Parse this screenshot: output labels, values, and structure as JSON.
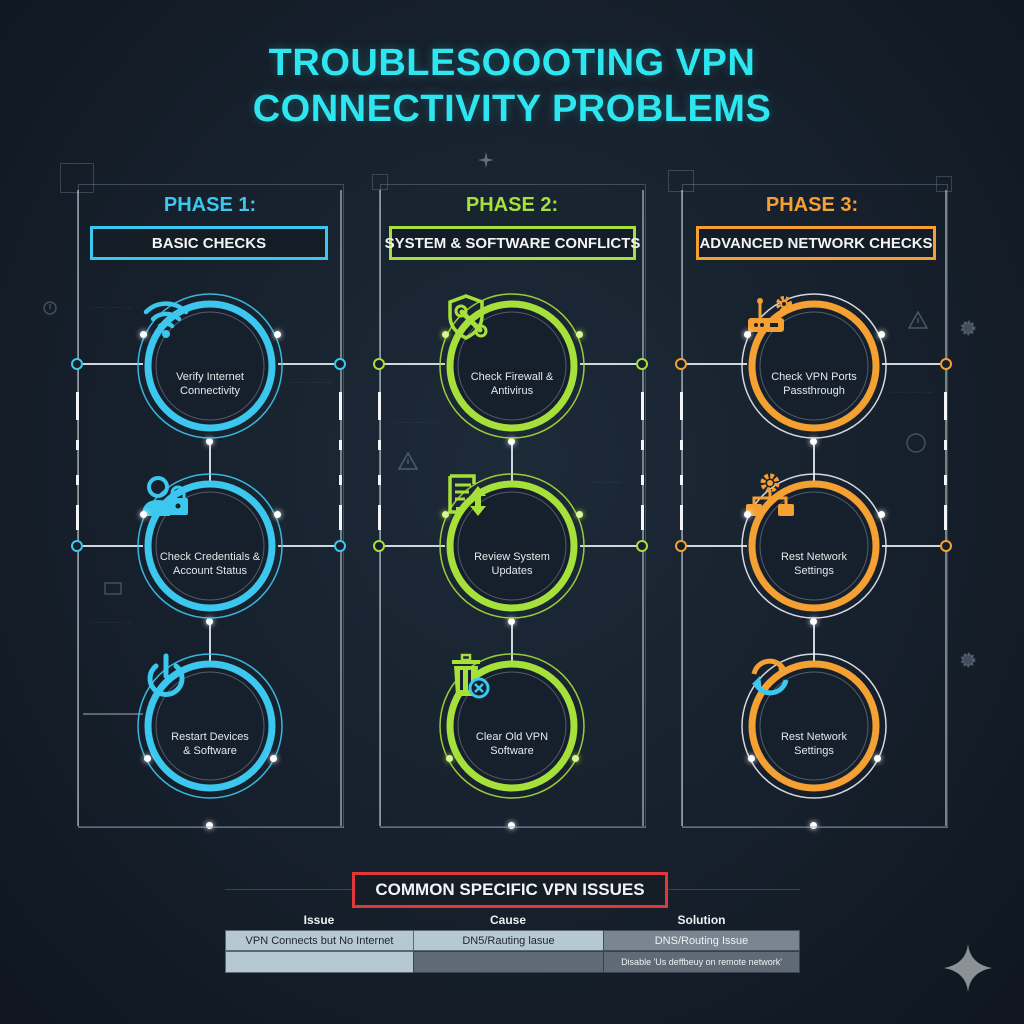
{
  "title": {
    "line1": "TROUBLESOOOTING VPN",
    "line2": "CONNECTIVITY PROBLEMS"
  },
  "colors": {
    "background": "#16202c",
    "title": "#2ee6f0",
    "phase1": "#3cc8ee",
    "phase2": "#a6e03a",
    "phase3": "#f5a033",
    "issues_border": "#e0383a"
  },
  "phases": [
    {
      "label": "PHASE 1:",
      "heading": "BASIC CHECKS",
      "steps": [
        {
          "icon": "wifi-icon",
          "label_line1": "Verify Internet",
          "label_line2": "Connectivity"
        },
        {
          "icon": "user-lock-icon",
          "label_line1": "Check Credentials &",
          "label_line2": "Account Status"
        },
        {
          "icon": "power-icon",
          "label_line1": "Restart Devices",
          "label_line2": "& Software"
        }
      ]
    },
    {
      "label": "PHASE 2:",
      "heading": "SYSTEM & SOFTWARE CONFLICTS",
      "steps": [
        {
          "icon": "shield-wrench-icon",
          "label_line1": "Check Firewall &",
          "label_line2": "Antivirus"
        },
        {
          "icon": "document-update-icon",
          "label_line1": "Review System",
          "label_line2": "Updates"
        },
        {
          "icon": "trash-remove-icon",
          "label_line1": "Clear Old VPN",
          "label_line2": "Software"
        }
      ]
    },
    {
      "label": "PHASE 3:",
      "heading": "ADVANCED NETWORK CHECKS",
      "steps": [
        {
          "icon": "router-gear-icon",
          "label_line1": "Check VPN Ports",
          "label_line2": "Passthrough"
        },
        {
          "icon": "network-gear-icon",
          "label_line1": "Rest Network",
          "label_line2": "Settings"
        },
        {
          "icon": "refresh-icon",
          "label_line1": "Rest Network",
          "label_line2": "Settings"
        }
      ]
    }
  ],
  "issues": {
    "title": "COMMON SPECIFIC VPN ISSUES",
    "columns": [
      "Issue",
      "Cause",
      "Solution"
    ],
    "rows": [
      [
        "VPN Connects but No Internet",
        "DN5/Rauting lasue",
        "DNS/Routing Issue"
      ],
      [
        "",
        "",
        "Disable 'Us deffbeuy on remote network'"
      ]
    ]
  },
  "corner_icon": "sparkle-icon"
}
